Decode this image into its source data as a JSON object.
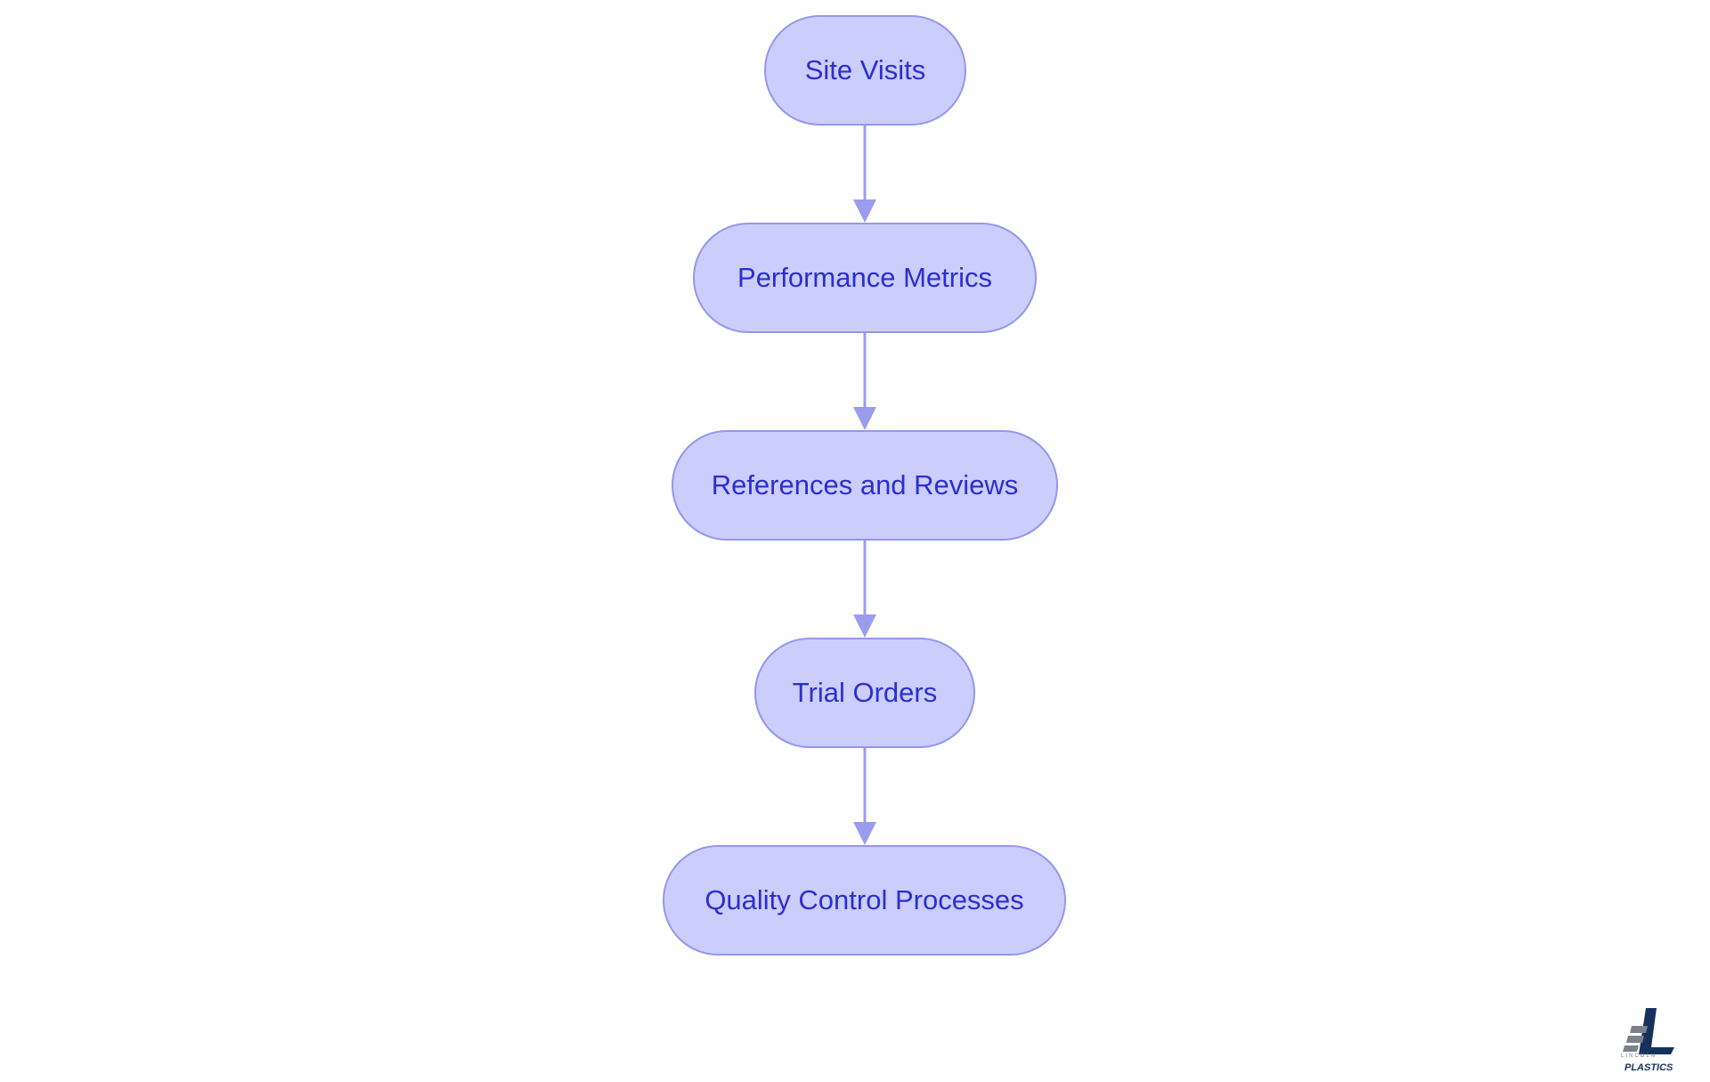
{
  "diagram": {
    "type": "flowchart",
    "direction": "top-to-bottom",
    "nodes": [
      {
        "id": "n1",
        "label": "Site Visits"
      },
      {
        "id": "n2",
        "label": "Performance Metrics"
      },
      {
        "id": "n3",
        "label": "References and Reviews"
      },
      {
        "id": "n4",
        "label": "Trial Orders"
      },
      {
        "id": "n5",
        "label": "Quality Control Processes"
      }
    ],
    "edges": [
      {
        "from": "n1",
        "to": "n2"
      },
      {
        "from": "n2",
        "to": "n3"
      },
      {
        "from": "n3",
        "to": "n4"
      },
      {
        "from": "n4",
        "to": "n5"
      }
    ]
  },
  "colors": {
    "node_fill": "#cbcdfd",
    "node_border": "#9597ec",
    "node_text": "#2b2fcf",
    "edge": "#9a9cef"
  },
  "logo": {
    "icon": "lincoln-plastics-logo-icon",
    "subtitle": "LINCOLN",
    "name": "PLASTICS"
  }
}
